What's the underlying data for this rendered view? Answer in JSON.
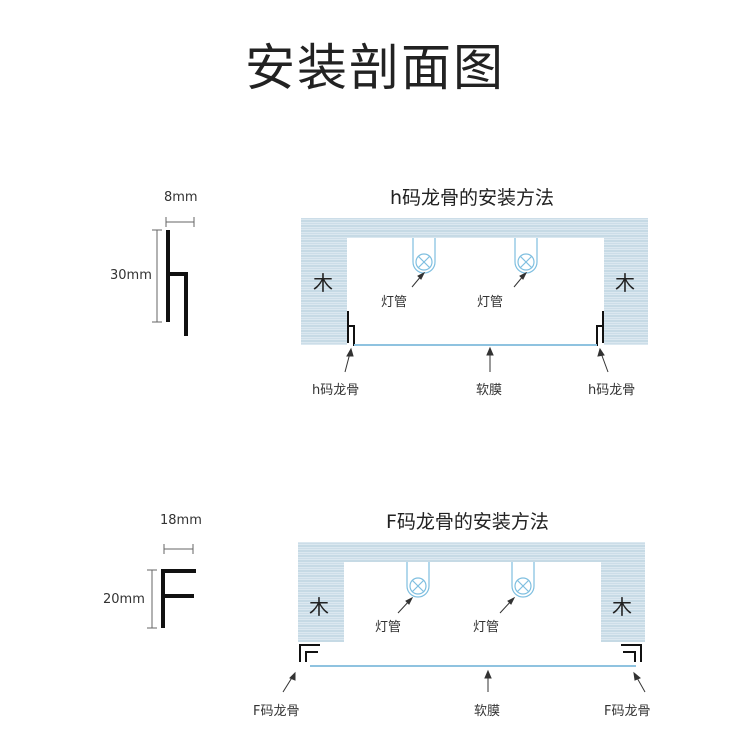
{
  "title": "安装剖面图",
  "h_profile": {
    "width_label": "8mm",
    "height_label": "30mm"
  },
  "f_profile": {
    "width_label": "18mm",
    "height_label": "20mm"
  },
  "h_method": {
    "title": "h码龙骨的安装方法",
    "wood_left": "木",
    "wood_right": "木",
    "lamp1": "灯管",
    "lamp2": "灯管",
    "keel_left": "h码龙骨",
    "film": "软膜",
    "keel_right": "h码龙骨"
  },
  "f_method": {
    "title": "F码龙骨的安装方法",
    "wood_left": "木",
    "wood_right": "木",
    "lamp1": "灯管",
    "lamp2": "灯管",
    "keel_left": "F码龙骨",
    "film": "软膜",
    "keel_right": "F码龙骨"
  },
  "colors": {
    "wood": "#d3e3ec",
    "wood_line": "#b5cedb",
    "film": "#8fc3e0",
    "lamp": "#7fbfe0",
    "ink": "#111111"
  }
}
